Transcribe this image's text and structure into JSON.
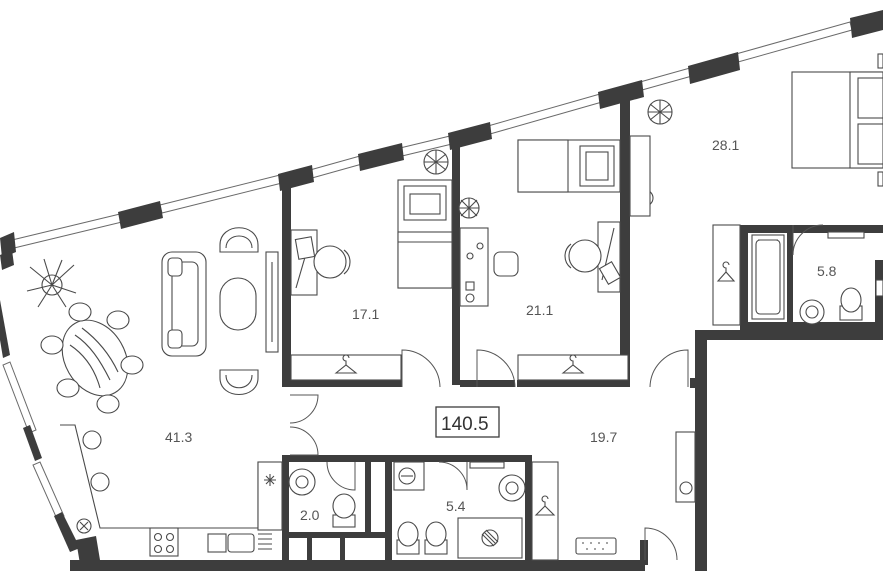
{
  "plan": {
    "total_area": "140.5",
    "rooms": [
      {
        "id": "living",
        "area": "41.3"
      },
      {
        "id": "bedroom-1",
        "area": "17.1"
      },
      {
        "id": "bedroom-2",
        "area": "21.1"
      },
      {
        "id": "master-bedroom",
        "area": "28.1"
      },
      {
        "id": "bath-master",
        "area": "5.8"
      },
      {
        "id": "hall",
        "area": "19.7"
      },
      {
        "id": "wc",
        "area": "2.0"
      },
      {
        "id": "bath-main",
        "area": "5.4"
      }
    ]
  },
  "colors": {
    "wall": "#3d3d3d",
    "line": "#4a4a4a",
    "text": "#555555",
    "background": "#ffffff"
  },
  "icons": [
    "palm-tree-icon",
    "plant-icon",
    "hanger-icon",
    "snowflake-icon",
    "sofa-icon",
    "bed-icon",
    "chair-icon"
  ]
}
